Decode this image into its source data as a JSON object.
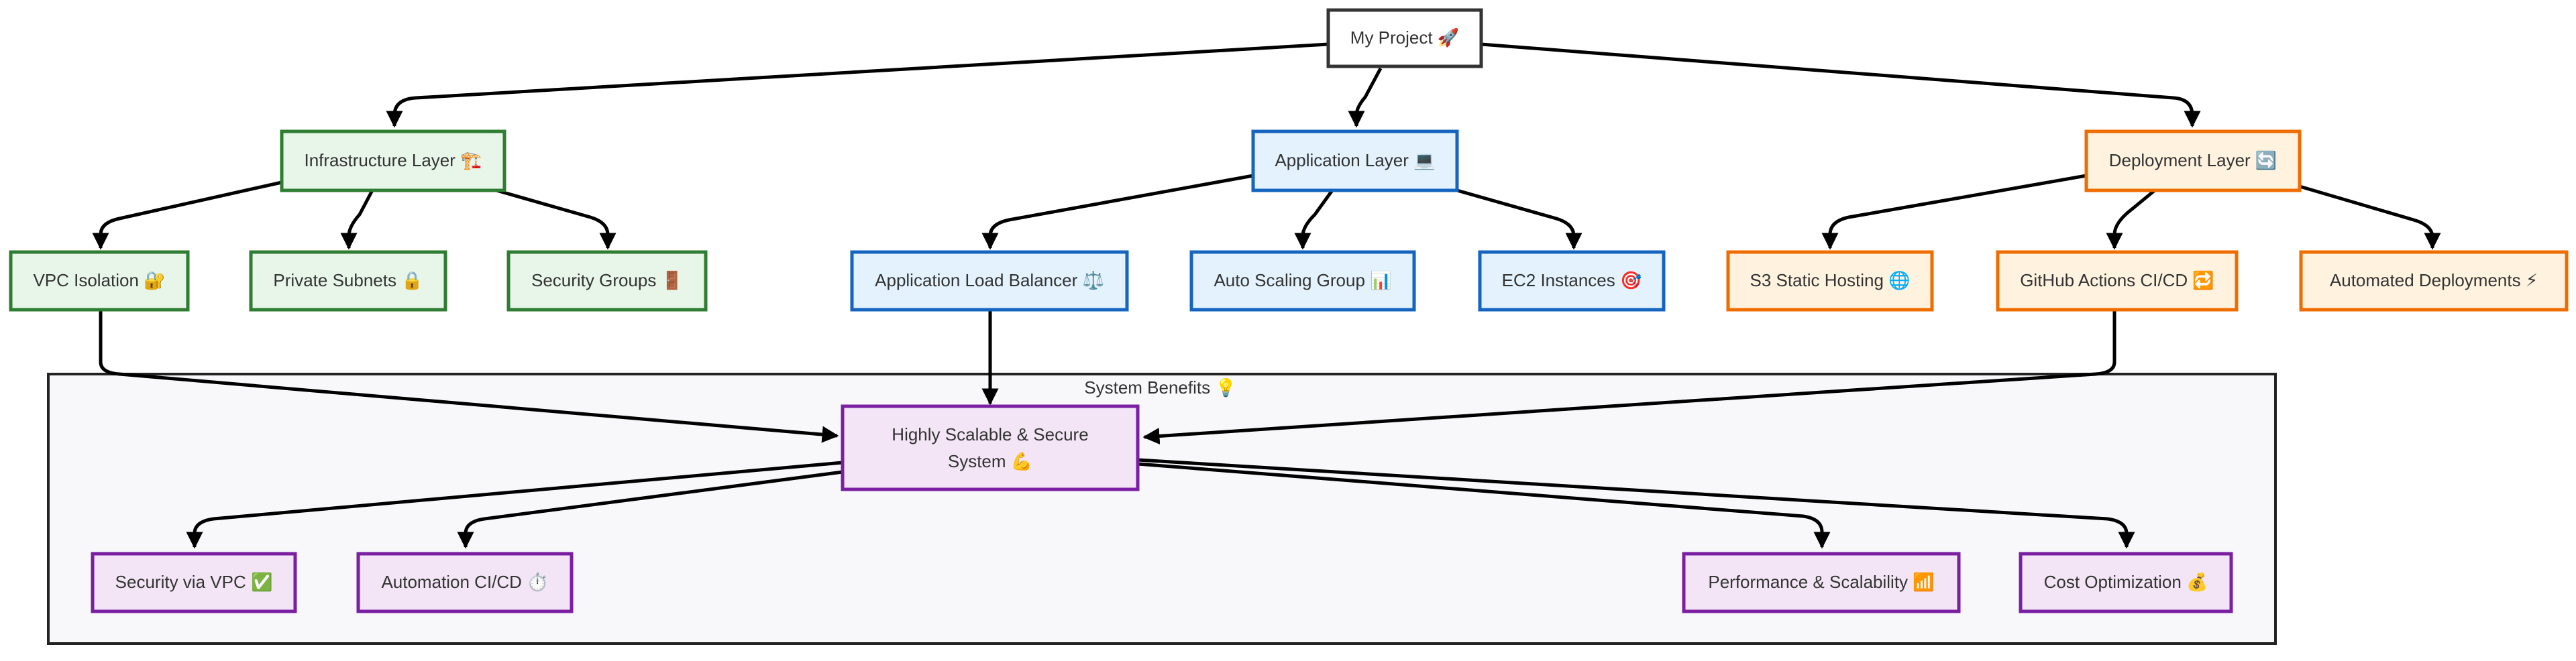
{
  "diagram": {
    "root": {
      "label": "My Project 🚀"
    },
    "layers": [
      {
        "label": "Infrastructure Layer 🏗️",
        "color": {
          "fill": "#e8f5e9",
          "stroke": "#2e7d32"
        },
        "children": [
          "VPC Isolation 🔐",
          "Private Subnets 🔒",
          "Security Groups 🚪"
        ]
      },
      {
        "label": "Application Layer 💻",
        "color": {
          "fill": "#e3f2fd",
          "stroke": "#1565c0"
        },
        "children": [
          "Application Load Balancer ⚖️",
          "Auto Scaling Group 📊",
          "EC2 Instances 🎯"
        ]
      },
      {
        "label": "Deployment Layer 🔄",
        "color": {
          "fill": "#fff3e0",
          "stroke": "#ef6c00"
        },
        "children": [
          "S3 Static Hosting 🌐",
          "GitHub Actions CI/CD 🔁",
          "Automated Deployments ⚡"
        ]
      }
    ],
    "group": {
      "title": "System Benefits 💡",
      "center": {
        "label_line1": "Highly Scalable & Secure",
        "label_line2": "System 💪"
      },
      "color": {
        "fill": "#f3e5f5",
        "stroke": "#7b1fa2"
      },
      "benefits": [
        "Security via VPC ✅",
        "Automation CI/CD ⏱️",
        "Performance & Scalability 📶",
        "Cost Optimization 💰"
      ]
    },
    "root_color": {
      "fill": "#ffffff",
      "stroke": "#333333"
    }
  }
}
